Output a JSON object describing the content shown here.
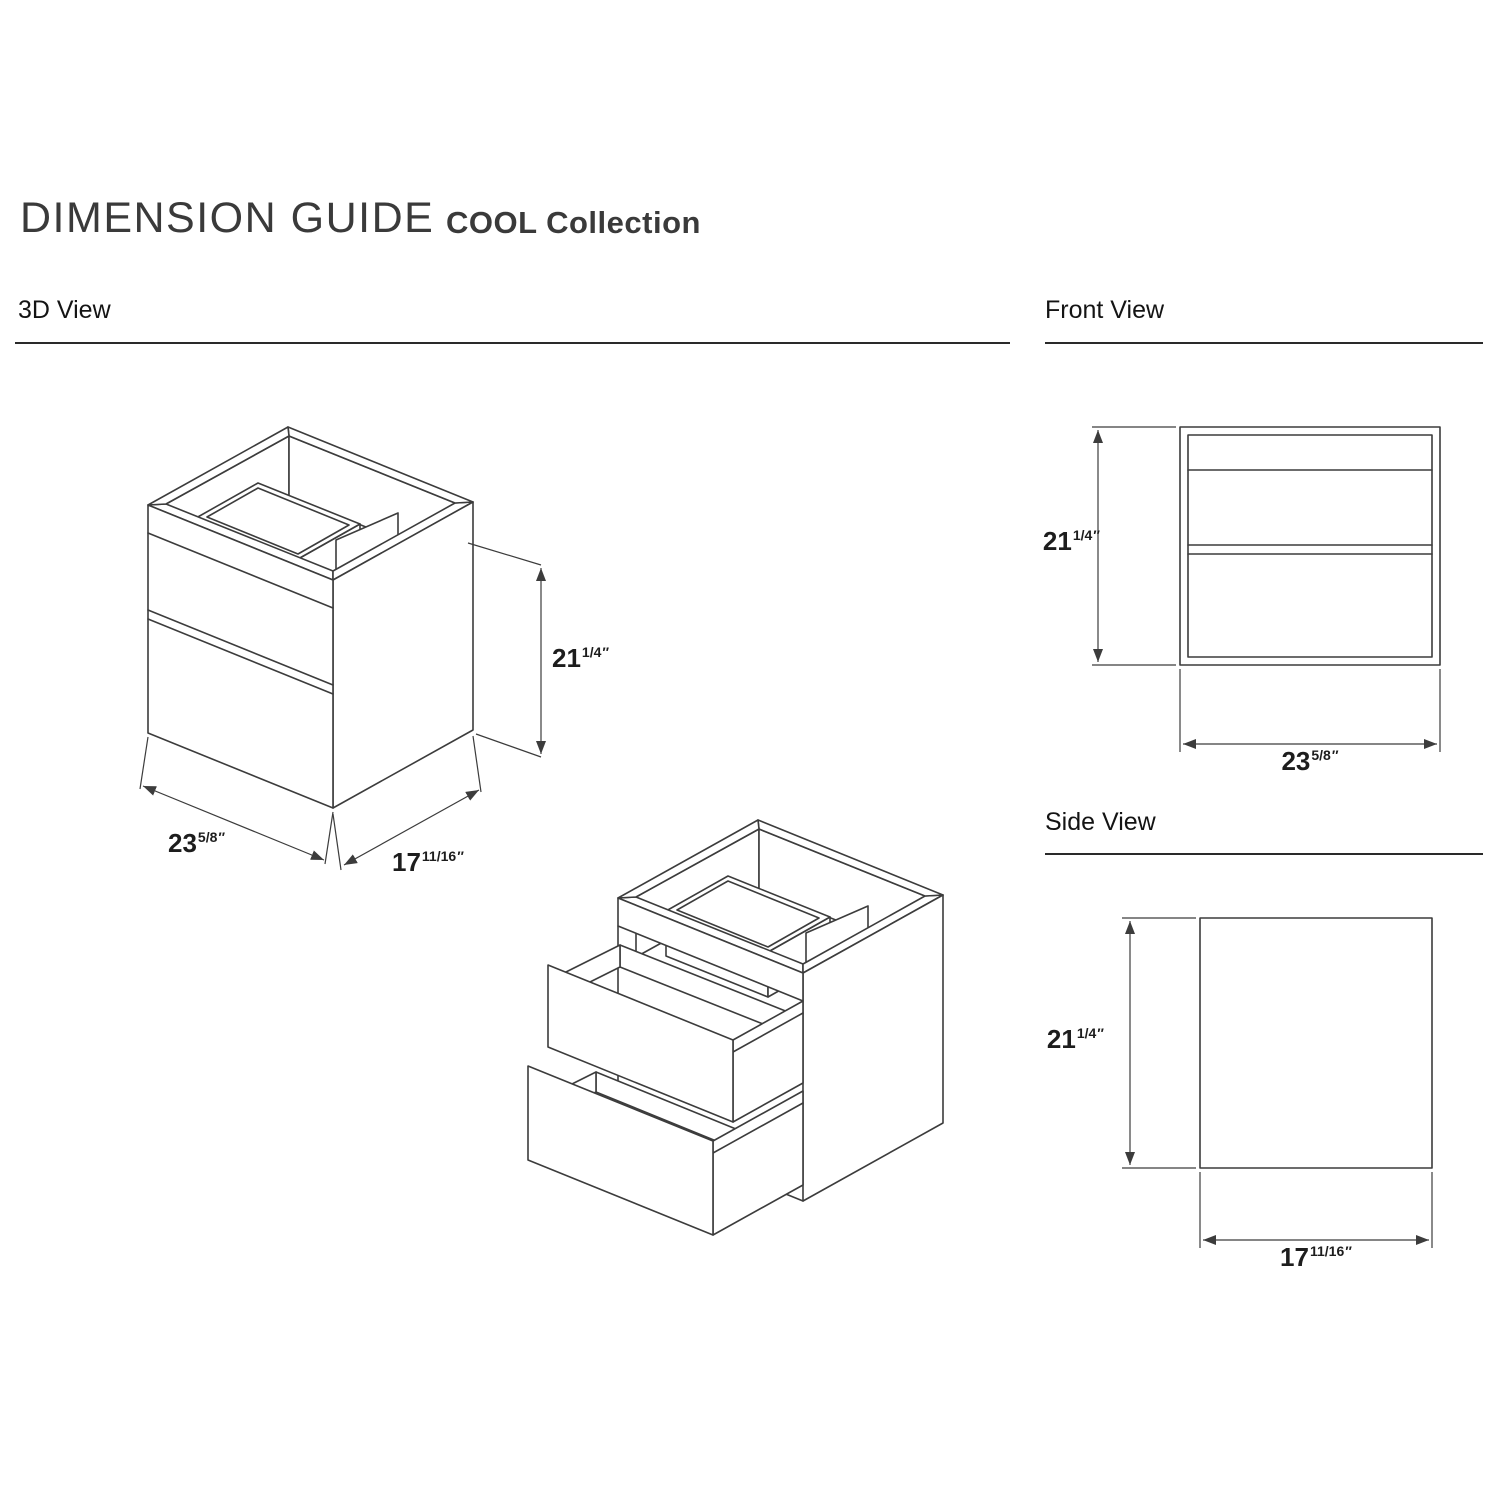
{
  "header": {
    "title": "DIMENSION GUIDE",
    "collection": "COOL Collection"
  },
  "sections": {
    "view3d": "3D View",
    "front": "Front View",
    "side": "Side View"
  },
  "dimensions": {
    "height": {
      "value": "21",
      "fraction": "1/4",
      "unit": "″"
    },
    "width": {
      "value": "23",
      "fraction": "5/8",
      "unit": "″"
    },
    "depth": {
      "value": "17",
      "fraction": "11/16",
      "unit": "″"
    }
  }
}
